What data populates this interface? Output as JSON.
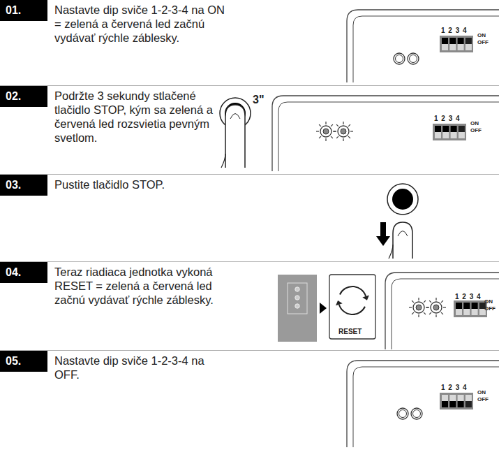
{
  "diagram": {
    "nodes": [
      {
        "text": [
          "01.",
          "Nastavte dip sviče 1-2-3-4 na ON = zelená a červená led začnú vydávať rýchle záblesky."
        ]
      },
      {
        "text": [
          "02.",
          "Podržte 3 sekundy stlačené tlačidlo STOP, kým sa zelená a červená led rozsvietia pevným svetlom."
        ]
      },
      {
        "text": [
          "03.",
          "Pustite tlačidlo STOP."
        ]
      },
      {
        "text": [
          "04.",
          "Teraz riadiaca jednotka vykoná RESET = zelená a červená led začnú vydávať rýchle záblesky."
        ]
      },
      {
        "text": [
          "05.",
          "Nastavte dip sviče 1-2-3-4 na OFF."
        ]
      }
    ],
    "labels": [
      "1 2 3 4",
      "ON",
      "OFF",
      "3\"",
      "1 2 3 4",
      "ON",
      "OFF",
      "RESET",
      "1 2 3 4",
      "ON",
      "OFF",
      "1 2 3 4",
      "ON",
      "OFF"
    ]
  }
}
